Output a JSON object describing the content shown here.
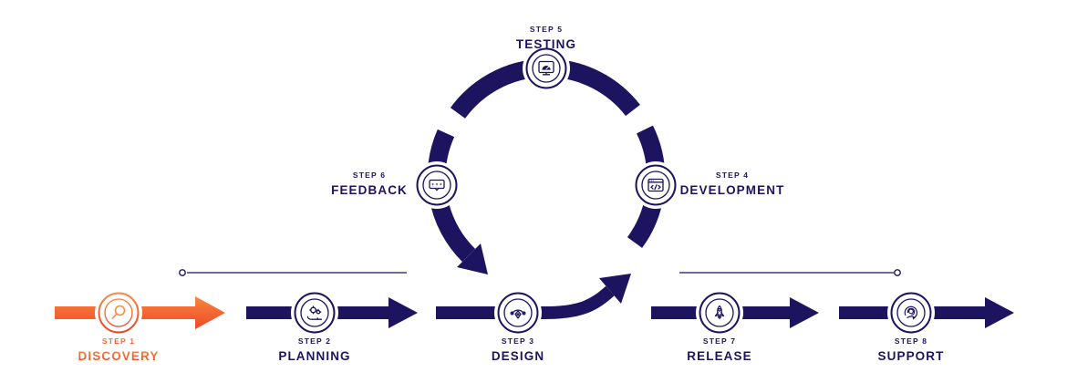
{
  "diagram": {
    "type": "software-process-flow",
    "colors": {
      "navy": "#1D145F",
      "orange_top": "#F98B40",
      "orange_bottom": "#ED4426",
      "background": "#FFFFFF"
    },
    "steps": [
      {
        "step": "STEP 1",
        "name": "DISCOVERY",
        "icon": "magnifier-icon",
        "accent": "orange"
      },
      {
        "step": "STEP 2",
        "name": "PLANNING",
        "icon": "gears-hand-icon",
        "accent": "navy"
      },
      {
        "step": "STEP 3",
        "name": "DESIGN",
        "icon": "pen-tool-icon",
        "accent": "navy"
      },
      {
        "step": "STEP 4",
        "name": "DEVELOPMENT",
        "icon": "code-window-icon",
        "accent": "navy"
      },
      {
        "step": "STEP 5",
        "name": "TESTING",
        "icon": "monitor-gauge-icon",
        "accent": "navy"
      },
      {
        "step": "STEP 6",
        "name": "FEEDBACK",
        "icon": "rating-bubble-icon",
        "accent": "navy"
      },
      {
        "step": "STEP 7",
        "name": "RELEASE",
        "icon": "rocket-icon",
        "accent": "navy"
      },
      {
        "step": "STEP 8",
        "name": "SUPPORT",
        "icon": "headset-icon",
        "accent": "navy"
      }
    ]
  }
}
